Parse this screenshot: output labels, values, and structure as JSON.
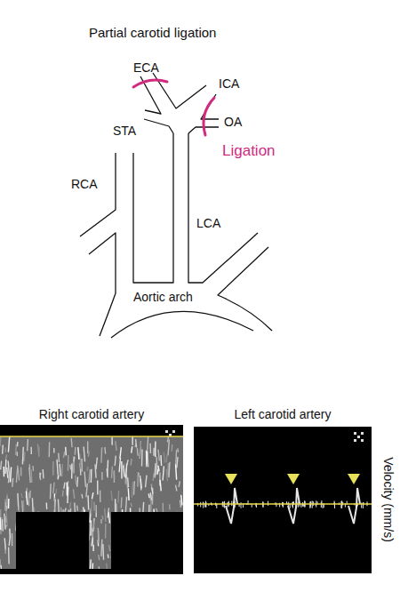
{
  "diagram": {
    "title": "Partial carotid ligation",
    "nodes": [
      {
        "text": [
          "Right carotid artery"
        ]
      },
      {
        "text": [
          "Left carotid artery"
        ]
      }
    ],
    "labels": [
      "ECA",
      "ICA",
      "OA",
      "STA",
      "Ligation",
      "RCA",
      "LCA",
      "Aortic arch",
      "Velocity (mm/s)"
    ]
  }
}
